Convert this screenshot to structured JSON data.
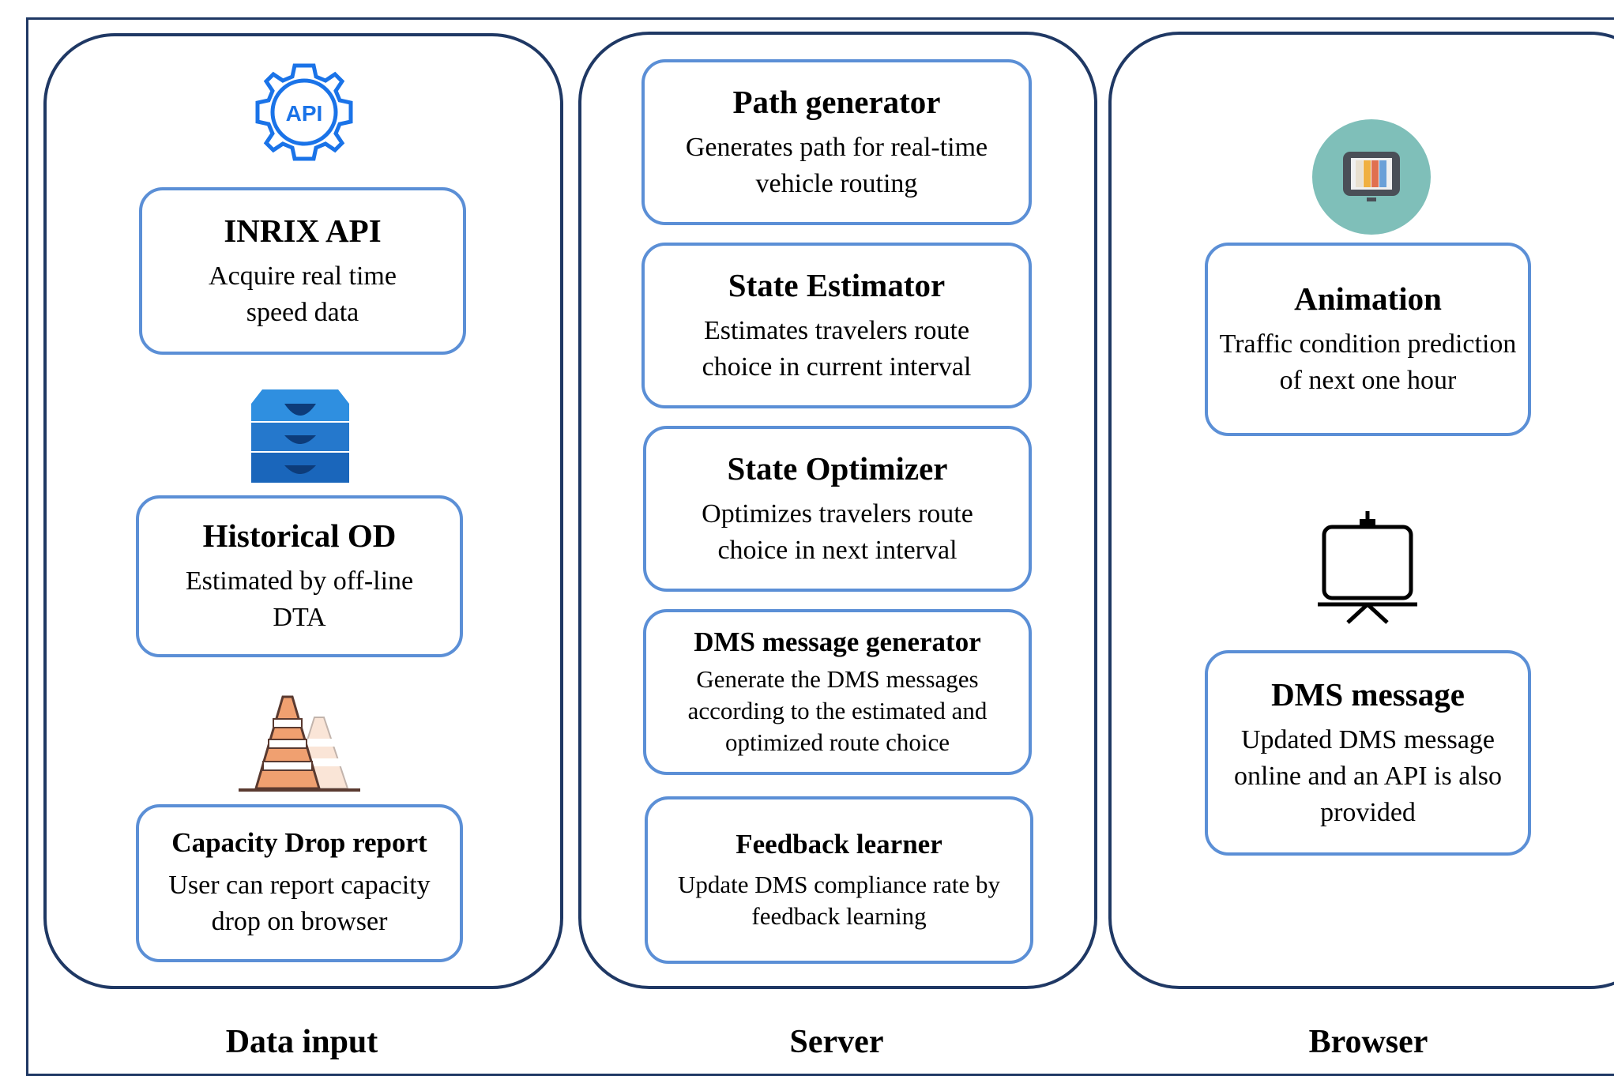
{
  "columns": {
    "data_input": {
      "label": "Data input",
      "boxes": [
        {
          "title": "INRIX API",
          "desc": "Acquire real time speed data"
        },
        {
          "title": "Historical OD",
          "desc": "Estimated by off-line DTA"
        },
        {
          "title": "Capacity Drop report",
          "desc": "User can report capacity drop on browser"
        }
      ],
      "api_icon_text": "API"
    },
    "server": {
      "label": "Server",
      "boxes": [
        {
          "title": "Path generator",
          "desc": "Generates path for real-time vehicle routing"
        },
        {
          "title": "State Estimator",
          "desc": "Estimates travelers route choice in current interval"
        },
        {
          "title": "State Optimizer",
          "desc": "Optimizes travelers route choice in next interval"
        },
        {
          "title": "DMS message generator",
          "desc": "Generate the DMS messages according to the estimated and optimized route choice"
        },
        {
          "title": "Feedback learner",
          "desc": "Update DMS compliance rate by feedback learning"
        }
      ]
    },
    "browser": {
      "label": "Browser",
      "boxes": [
        {
          "title": "Animation",
          "desc": "Traffic condition prediction of next one hour"
        },
        {
          "title": "DMS message",
          "desc": "Updated DMS message online and an API is also provided"
        }
      ]
    }
  },
  "colors": {
    "outer_border": "#1f3864",
    "box_border": "#5b8fd6",
    "api_icon": "#1a73e8",
    "tv_circle": "#7fbfb9",
    "cone_orange": "#f0a070"
  }
}
